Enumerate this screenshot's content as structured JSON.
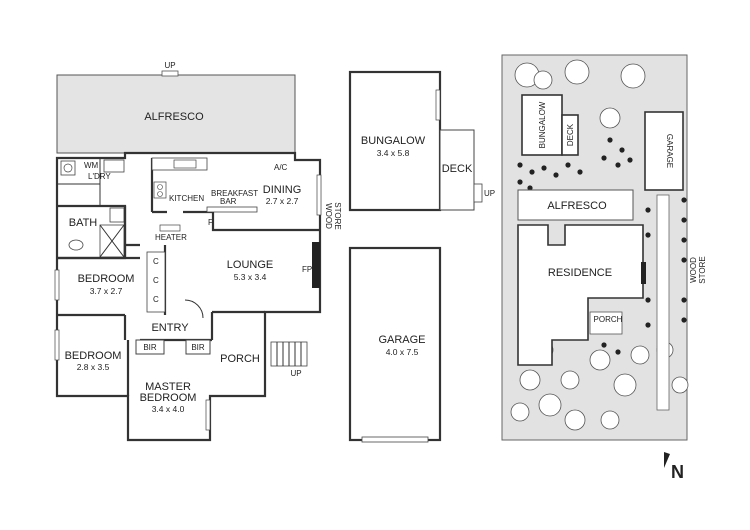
{
  "ground_floor": {
    "up_top": "UP",
    "alfresco": "ALFRESCO",
    "wm": "WM",
    "ldry": "L'DRY",
    "kitchen": "KITCHEN",
    "breakfast_bar_1": "BREAKFAST",
    "breakfast_bar_2": "BAR",
    "ac": "A/C",
    "dining": "DINING",
    "dining_dim": "2.7 x 2.7",
    "wood_store_1": "WOOD",
    "wood_store_2": "STORE",
    "bath": "BATH",
    "heater": "HEATER",
    "fridge": "F",
    "bedroom2": "BEDROOM",
    "bedroom2_dim": "3.7 x 2.7",
    "cupboard": "C",
    "lounge": "LOUNGE",
    "lounge_dim": "5.3 x 3.4",
    "fp": "FP",
    "entry": "ENTRY",
    "bedroom3": "BEDROOM",
    "bedroom3_dim": "2.8 x 3.5",
    "bir": "BIR",
    "porch": "PORCH",
    "up_porch": "UP",
    "master_1": "MASTER",
    "master_2": "BEDROOM",
    "master_dim": "3.4 x 4.0"
  },
  "outbuildings": {
    "bungalow": "BUNGALOW",
    "bungalow_dim": "3.4 x 5.8",
    "deck": "DECK",
    "up": "UP",
    "garage": "GARAGE",
    "garage_dim": "4.0 x 7.5"
  },
  "site_plan": {
    "bungalow": "BUNGALOW",
    "deck": "DECK",
    "garage": "GARAGE",
    "alfresco": "ALFRESCO",
    "residence": "RESIDENCE",
    "porch": "PORCH",
    "wood_store_1": "WOOD",
    "wood_store_2": "STORE",
    "north": "N"
  }
}
